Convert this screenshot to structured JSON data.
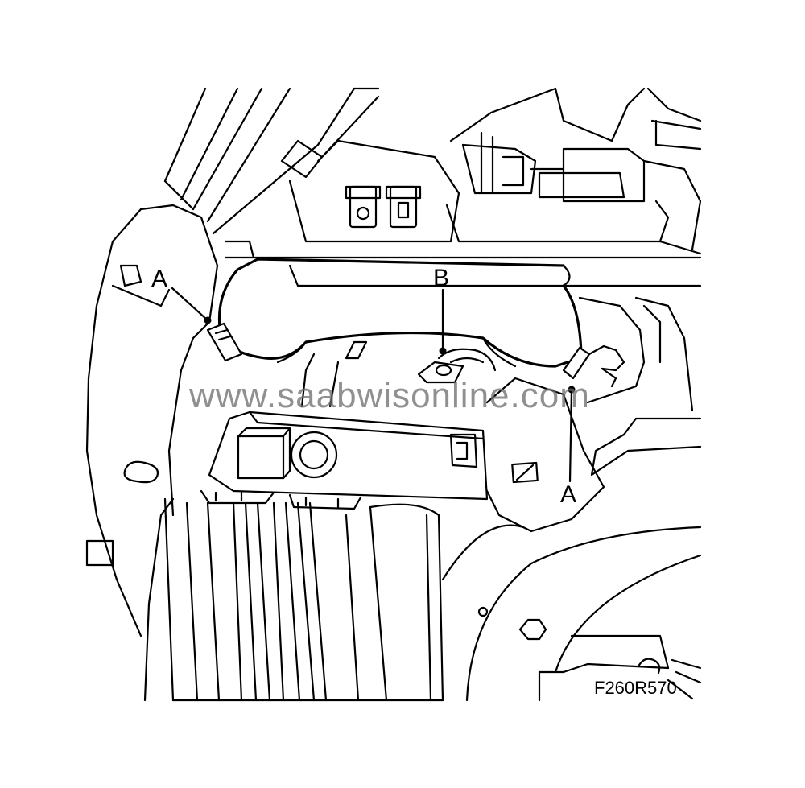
{
  "labels": {
    "clip_left": "A",
    "bolt": "B",
    "clip_right": "A"
  },
  "figure_code": "F260R570",
  "watermark": "www.saabwisonline.com"
}
